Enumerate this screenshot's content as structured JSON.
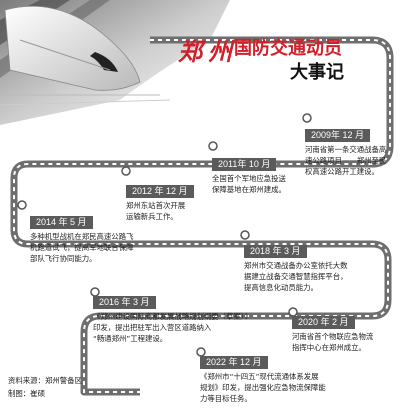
{
  "title": {
    "city": "郑州",
    "main": "国防交通动员",
    "sub": "大事记"
  },
  "events": [
    {
      "date": "2009年 12 月",
      "text": [
        "河南省第一条交通战备高",
        "速公路项目——郑州至民",
        "权高速公路开工建设。"
      ]
    },
    {
      "date": "2011年 10 月",
      "text": [
        "全国首个军地应急投送",
        "保障基地在郑州建成。"
      ]
    },
    {
      "date": "2012 年 12 月",
      "text": [
        "郑州东站首次开展",
        "运输新兵工作。"
      ]
    },
    {
      "date": "2014 年 5 月",
      "text": [
        "多种机型战机在郑民高速公路飞",
        "机跑道试飞，提高军地联合保障",
        "部队飞行协同能力。"
      ]
    },
    {
      "date": "2018 年 3 月",
      "text": [
        "郑州市交通战备办公室依托大数",
        "据建立战备交通智慧指挥平台，",
        "提高信息化动员能力。"
      ]
    },
    {
      "date": "2016 年 3 月",
      "text": [
        "《郑州建设国际商都发展战略规划纲要（草案）》",
        "印发，提出把驻军出入营区道路纳入",
        "“畅通郑州”工程建设。"
      ]
    },
    {
      "date": "2020 年 2 月",
      "text": [
        "河南省首个物联应急物流",
        "指挥中心在郑州成立。"
      ]
    },
    {
      "date": "2022 年 12 月",
      "text": [
        "《郑州市“十四五”现代流通体系发展",
        "规划》印发，提出强化应急物流保障能",
        "力等目标任务。"
      ]
    }
  ],
  "source": {
    "line1": "资料来源：郑州警备区",
    "line2": "制图：崔硕"
  },
  "colors": {
    "accent": "#d21f2a",
    "date_bg": "#5b5b5b",
    "track": "#6e6e6e"
  }
}
